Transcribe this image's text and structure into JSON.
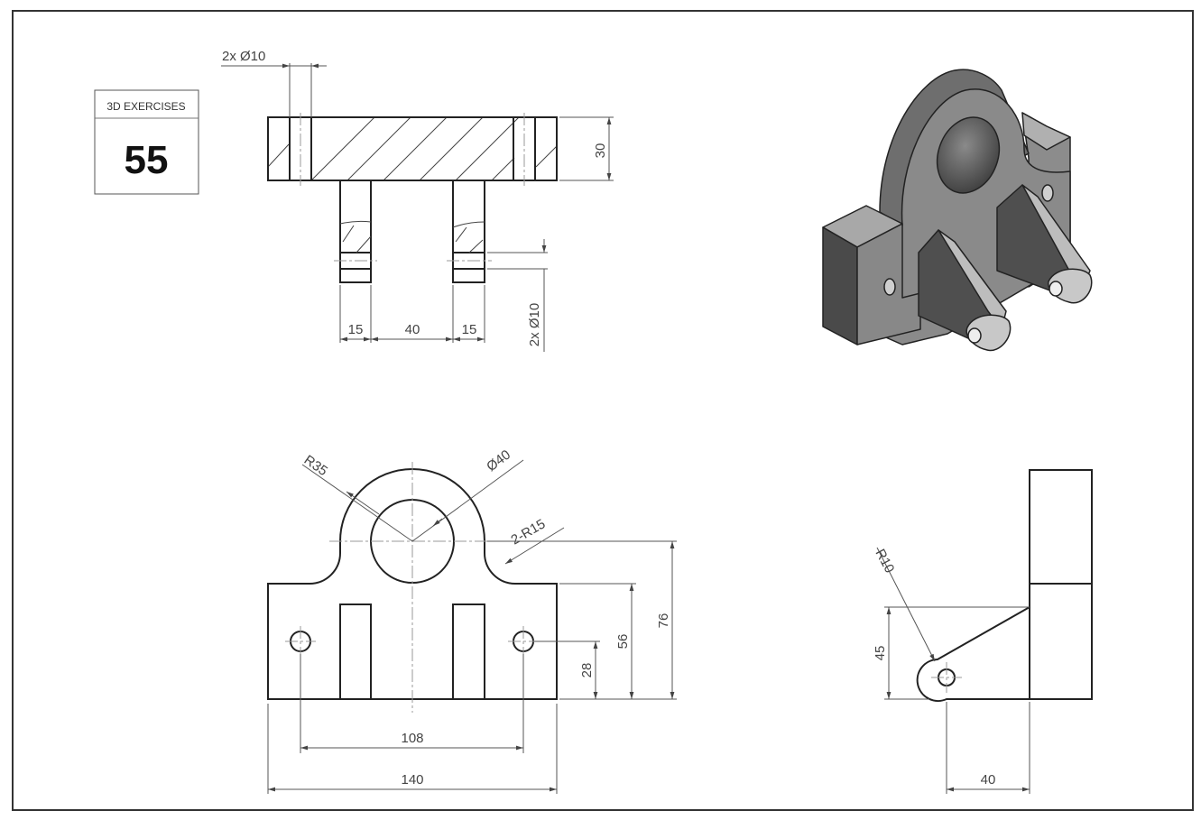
{
  "title_block": {
    "label": "3D EXERCISES",
    "number": "55"
  },
  "top_view": {
    "hole_dim": "2x Ø10",
    "thickness": "30",
    "leg_width_left": "15",
    "leg_gap": "40",
    "leg_width_right": "15",
    "pin_hole_dim": "2x Ø10"
  },
  "front_view": {
    "boss_radius": "R35",
    "bore_dia": "Ø40",
    "fillet": "2-R15",
    "hole_spacing": "108",
    "overall_width": "140",
    "hole_height": "28",
    "base_height": "56",
    "overall_height": "76"
  },
  "side_view": {
    "arm_radius": "R10",
    "arm_height": "45",
    "arm_length": "40"
  },
  "colors": {
    "line": "#222222",
    "dim": "#444444",
    "shade_light": "#a8a8a8",
    "shade_mid": "#7a7a7a",
    "shade_dark": "#4a4a4a"
  }
}
